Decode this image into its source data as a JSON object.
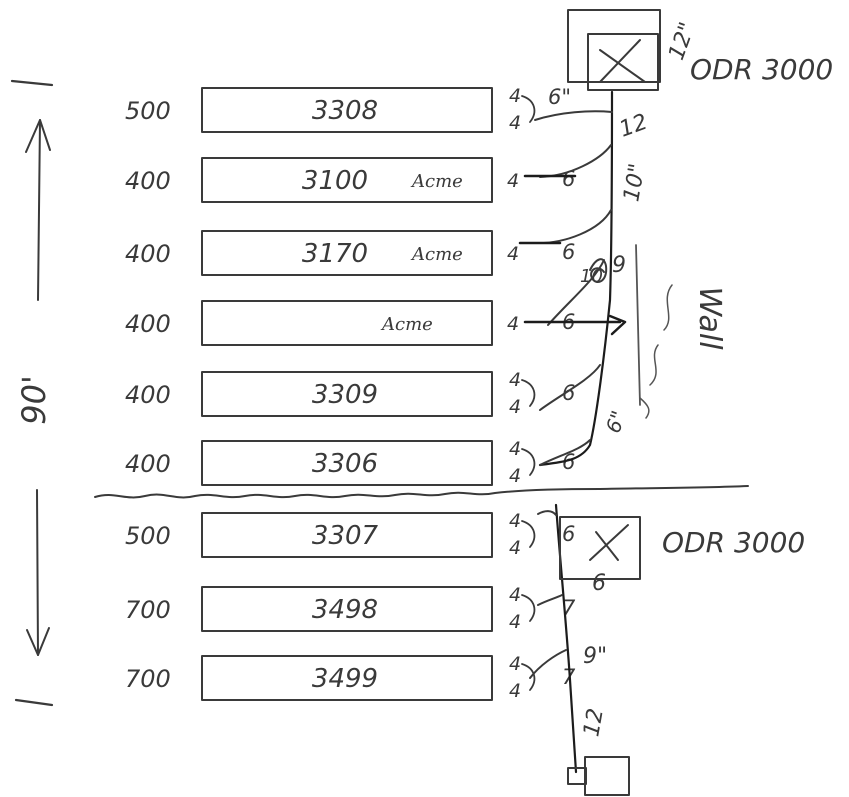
{
  "units": [
    {
      "cfm": "500",
      "model": "3308",
      "left_taps": [
        "4",
        "4"
      ],
      "run": "6\""
    },
    {
      "cfm": "400",
      "model": "3100",
      "brand": "Acme",
      "left_taps": [
        "4"
      ],
      "run": "6"
    },
    {
      "cfm": "400",
      "model": "3170",
      "brand": "Acme",
      "left_taps": [
        "4"
      ],
      "run": "6"
    },
    {
      "cfm": "400",
      "model": "",
      "brand": "Acme",
      "left_taps": [
        "4"
      ],
      "run": "6"
    },
    {
      "cfm": "400",
      "model": "3309",
      "left_taps": [
        "4",
        "4"
      ],
      "run": "6"
    },
    {
      "cfm": "400",
      "model": "3306",
      "left_taps": [
        "4",
        "4"
      ],
      "run": "6"
    },
    {
      "cfm": "500",
      "model": "3307",
      "left_taps": [
        "4",
        "4"
      ],
      "run": "6"
    },
    {
      "cfm": "700",
      "model": "3498",
      "left_taps": [
        "4",
        "4"
      ],
      "run": "7"
    },
    {
      "cfm": "700",
      "model": "3499",
      "left_taps": [
        "4",
        "4"
      ],
      "run": "7"
    }
  ],
  "upper_collector": {
    "label": "ODR 3000",
    "size": "12\""
  },
  "lower_collector": {
    "label": "ODR 3000",
    "size": "6"
  },
  "upper_main": {
    "s1": "12",
    "s2": "10\"",
    "s3": "9",
    "s4": "10",
    "s5": "6\""
  },
  "lower_main": {
    "s1": "9\"",
    "s2": "12"
  },
  "overall_length": "90'",
  "wall_label": "Wall"
}
